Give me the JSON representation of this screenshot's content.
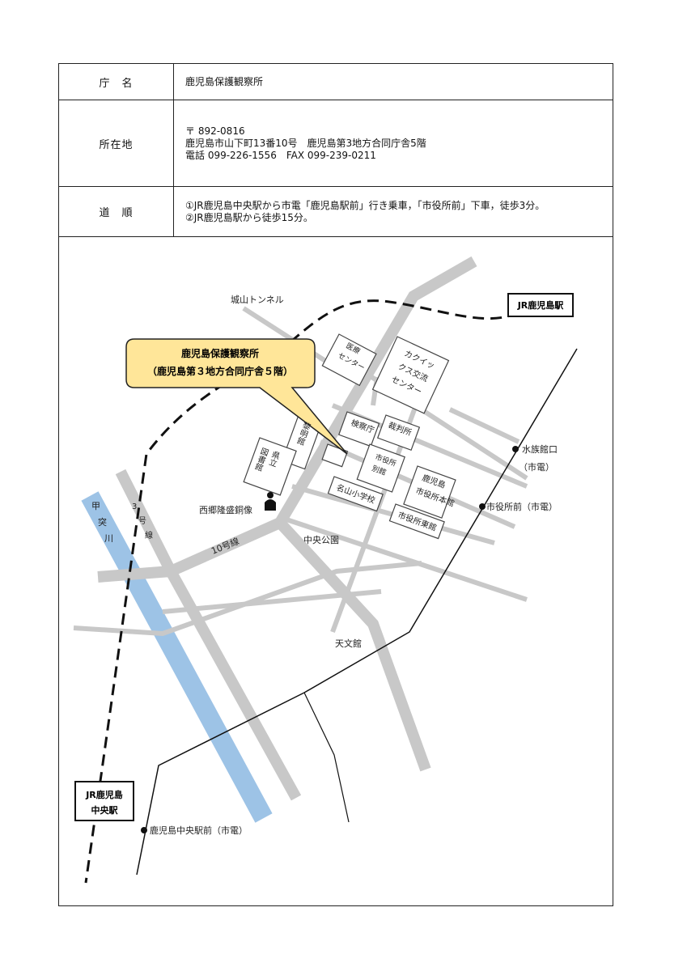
{
  "info": {
    "office_label": "庁　名",
    "office_value": "鹿児島保護観察所",
    "address_label": "所在地",
    "address_lines": [
      "〒 892-0816",
      "鹿児島市山下町13番10号　鹿児島第3地方合同庁舎5階",
      "電話 099-226-1556　FAX 099-239-0211"
    ],
    "route_label": "道　順",
    "route_lines": [
      "①JR鹿児島中央駅から市電「鹿児島駅前」行き乗車，「市役所前」下車，徒歩3分。",
      "②JR鹿児島駅から徒歩15分。"
    ]
  },
  "map": {
    "callout_line1": "鹿児島保護観察所",
    "callout_line2": "（鹿児島第３地方合同庁舎５階）",
    "tunnel": "城山トンネル",
    "jr_kagoshima": "JR鹿児島駅",
    "jr_chuo_line1": "JR鹿児島",
    "jr_chuo_line2": "中央駅",
    "medical_line1": "医療",
    "medical_line2": "センター",
    "kakuikkusu": [
      "カクイッ",
      "クス交流",
      "センター"
    ],
    "prosecutor": "検察庁",
    "court": "裁判所",
    "museum": "黎明館",
    "library": [
      "県立",
      "図書館"
    ],
    "annex": [
      "市役所",
      "別館"
    ],
    "city_hall_main": [
      "鹿児島",
      "市役所本館"
    ],
    "meizan_school": "名山小学校",
    "city_hall_east": "市役所東館",
    "saigo_statue": "西郷隆盛銅像",
    "chuo_park": "中央公園",
    "tenmonkan": "天文館",
    "suizokukan_stop": "水族館口",
    "suizokukan_stop_sub": "（市電）",
    "shiyakusho_stop": "市役所前（市電）",
    "chuo_stop": "鹿児島中央駅前（市電）",
    "route3": [
      "3",
      "号",
      "線"
    ],
    "route10": "10号線",
    "kotsuki_river": [
      "甲",
      "突",
      "川"
    ],
    "colors": {
      "road": "#c8c8c8",
      "river": "#9dc3e6",
      "callout_fill": "#ffe699",
      "building_stroke": "#444444",
      "tram": "#111111"
    }
  }
}
